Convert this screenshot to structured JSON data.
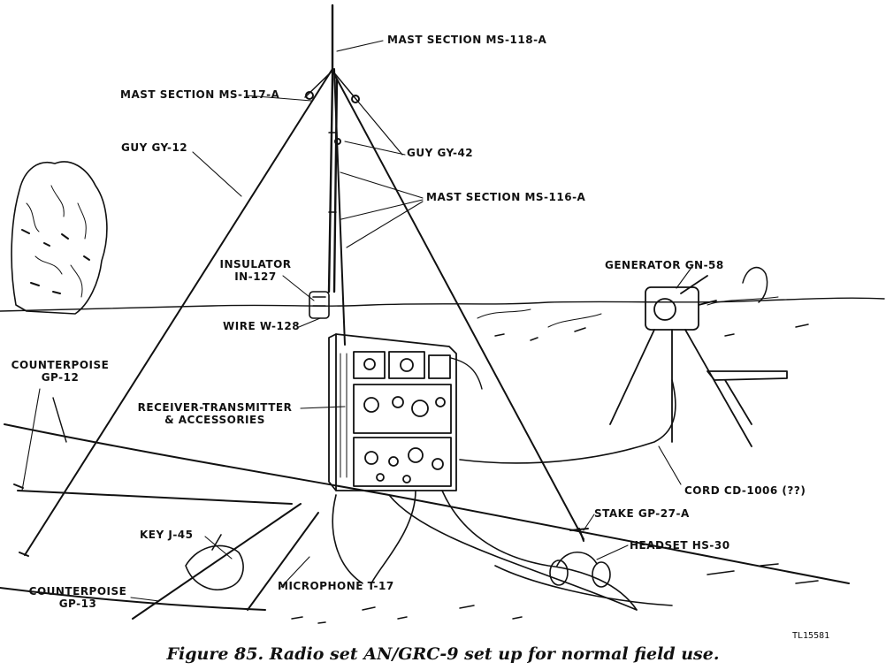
{
  "labels": {
    "mast_ms118": "MAST SECTION MS-118-A",
    "mast_ms117": "MAST SECTION MS-117-A",
    "guy_gy12": "GUY GY-12",
    "guy_gy42": "GUY GY-42",
    "mast_ms116": "MAST SECTION MS-116-A",
    "insulator_line1": "INSULATOR",
    "insulator_line2": "IN-127",
    "wire": "WIRE W-128",
    "generator": "GENERATOR GN-58",
    "counterpoise_gp12_line1": "COUNTERPOISE",
    "counterpoise_gp12_line2": "GP-12",
    "receiver_line1": "RECEIVER-TRANSMITTER",
    "receiver_line2": "& ACCESSORIES",
    "cord": "CORD CD-1006 (??)",
    "stake": "STAKE GP-27-A",
    "key": "KEY J-45",
    "headset": "HEADSET HS-30",
    "counterpoise_gp13_line1": "COUNTERPOISE",
    "counterpoise_gp13_line2": "GP-13",
    "microphone": "MICROPHONE T-17"
  },
  "figure_code": "TL15581",
  "caption": "Figure 85. Radio set AN/GRC-9 set up for normal field use."
}
